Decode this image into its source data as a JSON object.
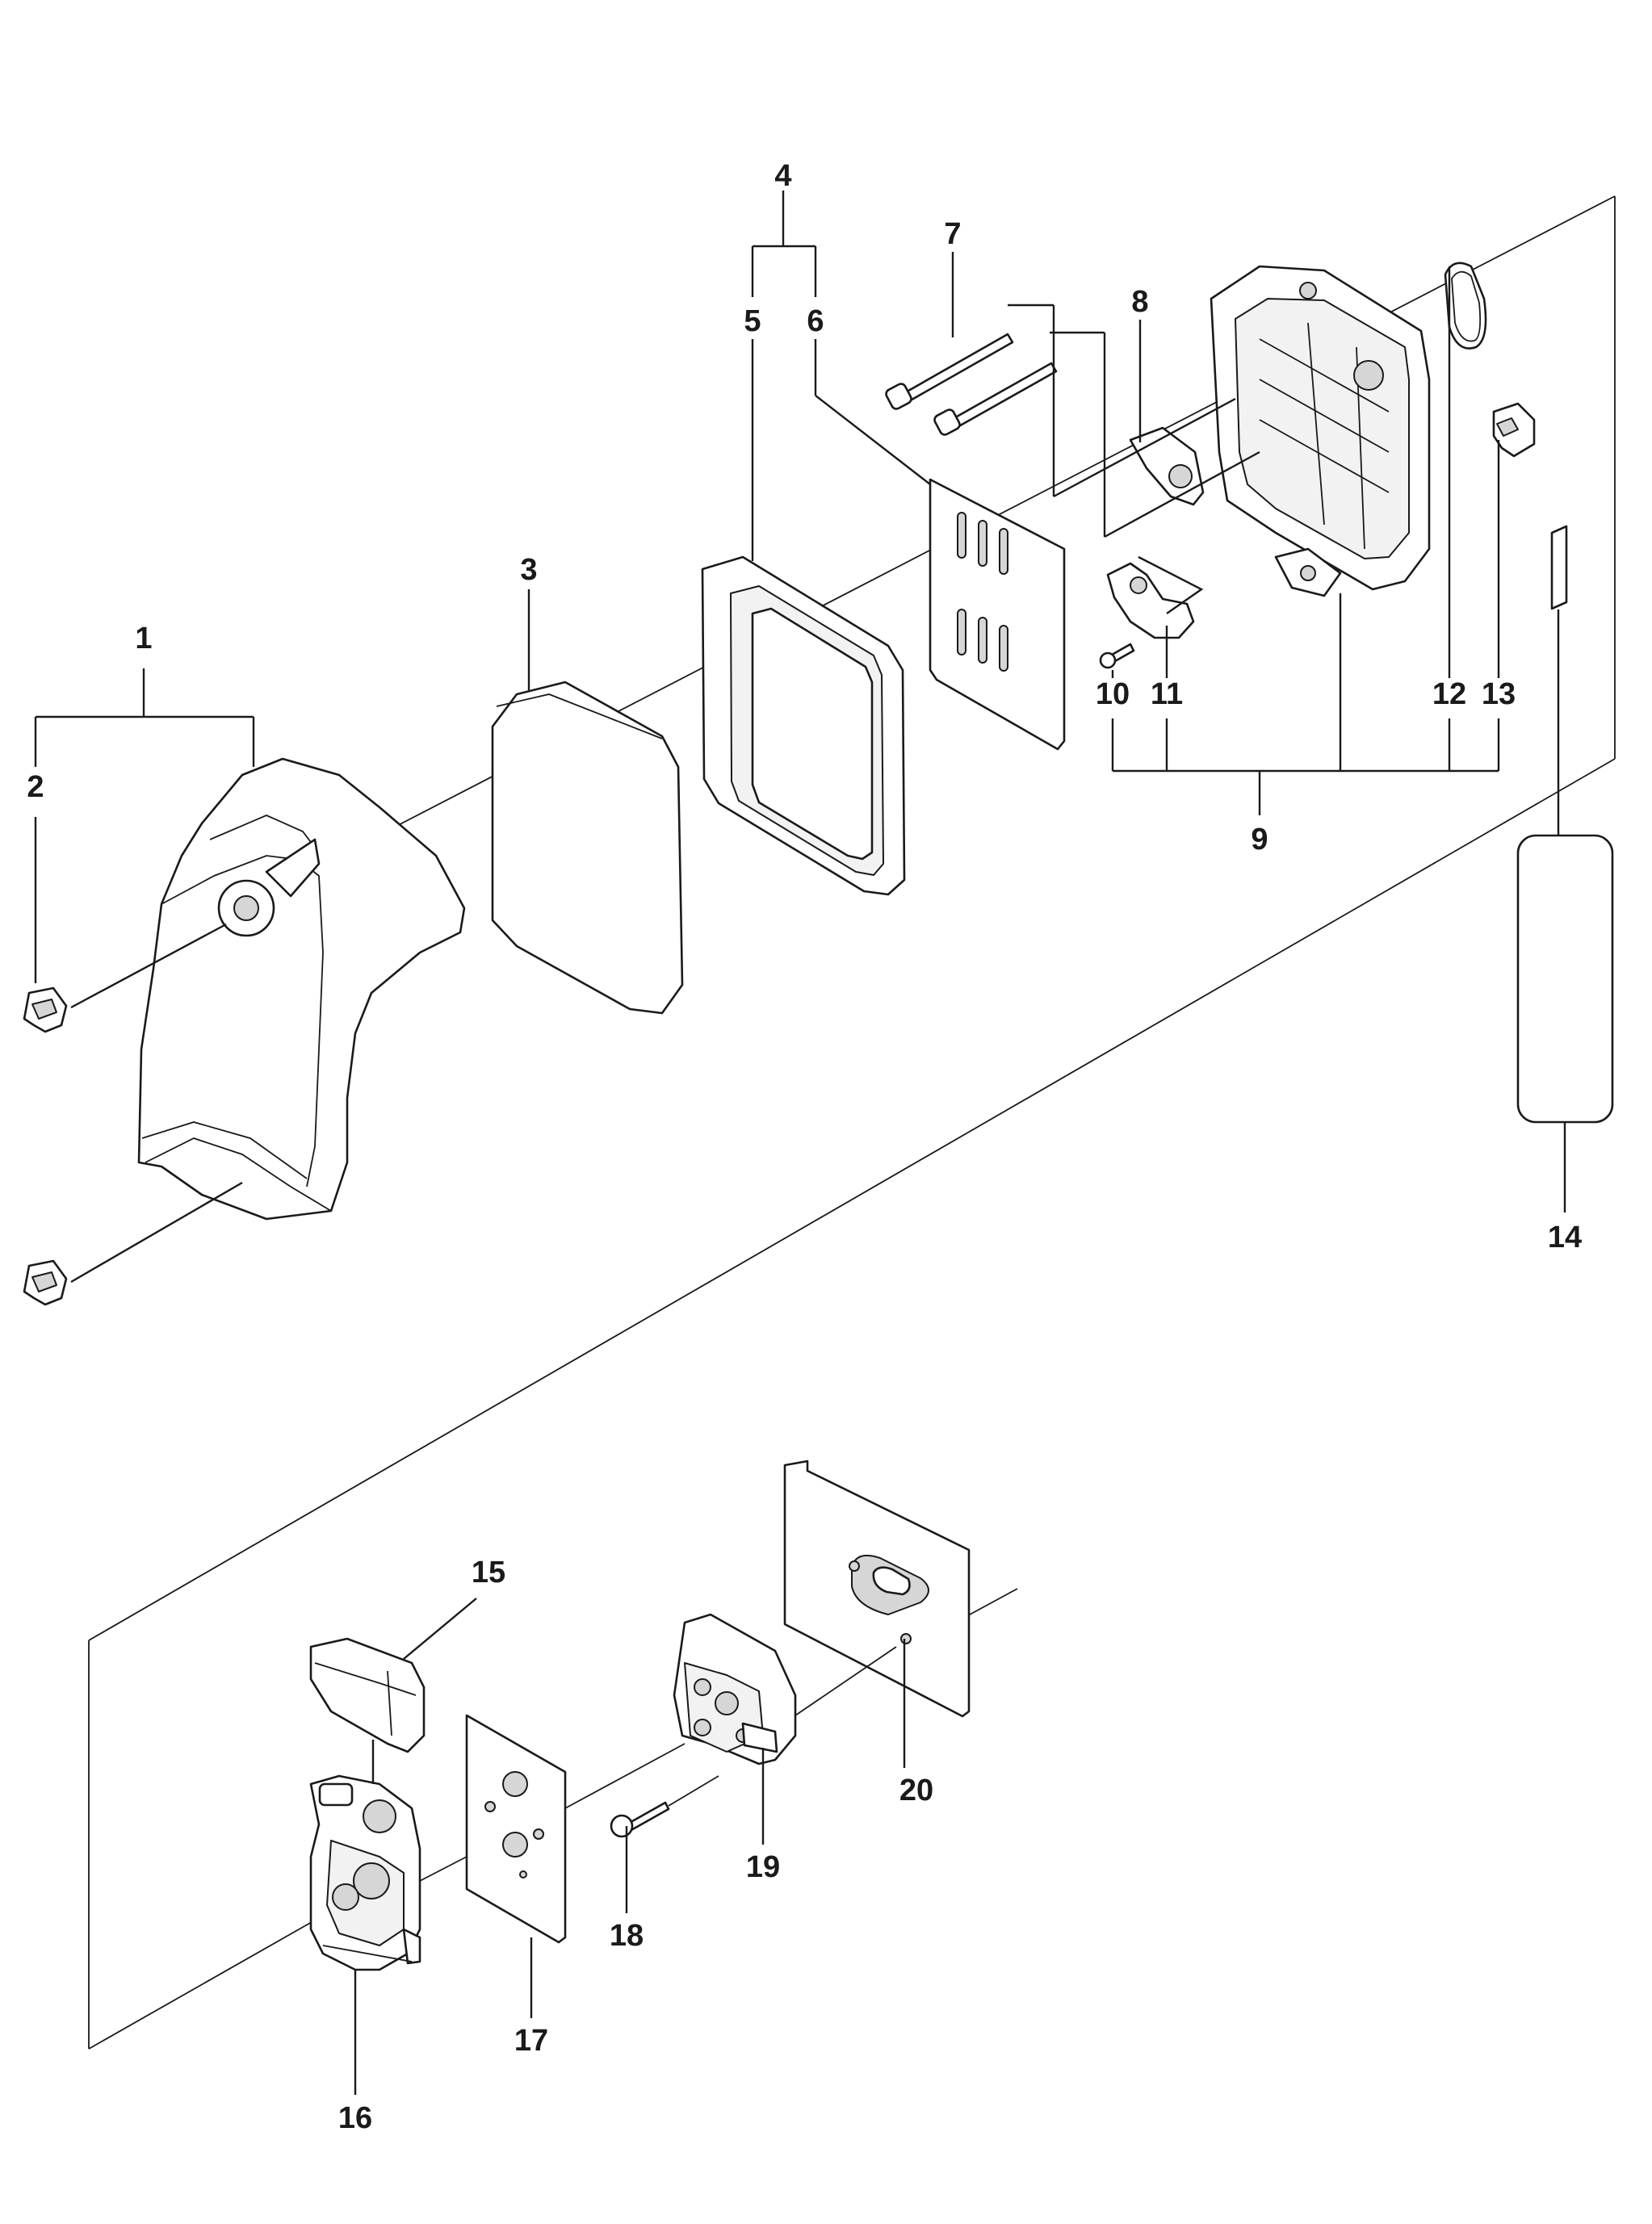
{
  "diagram": {
    "callouts": {
      "n1": "1",
      "n2": "2",
      "n3": "3",
      "n4": "4",
      "n5": "5",
      "n6": "6",
      "n7": "7",
      "n8": "8",
      "n9": "9",
      "n10": "10",
      "n11": "11",
      "n12": "12",
      "n13": "13",
      "n14": "14",
      "n15": "15",
      "n16": "16",
      "n17": "17",
      "n18": "18",
      "n19": "19",
      "n20": "20"
    },
    "icons": {
      "cover": "air-filter-cover-icon",
      "knob": "cover-knob-icon",
      "filter": "air-filter-element-icon",
      "prefilter_frame": "filter-frame-icon",
      "screen": "filter-screen-icon",
      "bolt": "long-bolt-icon",
      "bracket": "choke-bracket-icon",
      "housing": "filter-housing-icon",
      "oring": "o-ring-icon",
      "clip": "clamp-icon",
      "screw": "screw-icon",
      "decal": "decal-icon",
      "cap": "carburetor-cap-icon",
      "carb": "carburetor-icon",
      "gasket": "gasket-icon",
      "adapter": "intake-adapter-icon"
    }
  }
}
